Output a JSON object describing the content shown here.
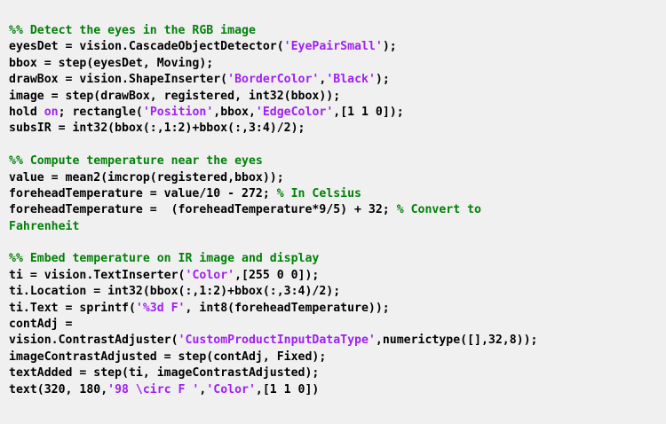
{
  "editor": {
    "language": "MATLAB",
    "background_color": "#f0f0f0",
    "colors": {
      "plain": "#000000",
      "comment": "#028009",
      "string": "#a020f0",
      "keyword": "#a020f0"
    },
    "lines": [
      {
        "index": 1,
        "tokens": [
          {
            "type": "comment",
            "text": "%% Detect the eyes in the RGB image"
          }
        ]
      },
      {
        "index": 2,
        "tokens": [
          {
            "type": "plain",
            "text": "eyesDet = vision.CascadeObjectDetector("
          },
          {
            "type": "string",
            "text": "'EyePairSmall'"
          },
          {
            "type": "plain",
            "text": ");"
          }
        ]
      },
      {
        "index": 3,
        "tokens": [
          {
            "type": "plain",
            "text": "bbox = step(eyesDet, Moving);"
          }
        ]
      },
      {
        "index": 4,
        "tokens": [
          {
            "type": "plain",
            "text": "drawBox = vision.ShapeInserter("
          },
          {
            "type": "string",
            "text": "'BorderColor'"
          },
          {
            "type": "plain",
            "text": ","
          },
          {
            "type": "string",
            "text": "'Black'"
          },
          {
            "type": "plain",
            "text": ");"
          }
        ]
      },
      {
        "index": 5,
        "tokens": [
          {
            "type": "plain",
            "text": "image = step(drawBox, registered, int32(bbox));"
          }
        ]
      },
      {
        "index": 6,
        "tokens": [
          {
            "type": "plain",
            "text": "hold "
          },
          {
            "type": "keyword",
            "text": "on"
          },
          {
            "type": "plain",
            "text": "; rectangle("
          },
          {
            "type": "string",
            "text": "'Position'"
          },
          {
            "type": "plain",
            "text": ",bbox,"
          },
          {
            "type": "string",
            "text": "'EdgeColor'"
          },
          {
            "type": "plain",
            "text": ",[1 1 0]);"
          }
        ]
      },
      {
        "index": 7,
        "tokens": [
          {
            "type": "plain",
            "text": "subsIR = int32(bbox(:,1:2)+bbox(:,3:4)/2);"
          }
        ]
      },
      {
        "index": 8,
        "tokens": []
      },
      {
        "index": 9,
        "tokens": [
          {
            "type": "comment",
            "text": "%% Compute temperature near the eyes"
          }
        ]
      },
      {
        "index": 10,
        "tokens": [
          {
            "type": "plain",
            "text": "value = mean2(imcrop(registered,bbox));"
          }
        ]
      },
      {
        "index": 11,
        "tokens": [
          {
            "type": "plain",
            "text": "foreheadTemperature = value/10 - 272; "
          },
          {
            "type": "comment",
            "text": "% In Celsius"
          }
        ]
      },
      {
        "index": 12,
        "tokens": [
          {
            "type": "plain",
            "text": "foreheadTemperature =  (foreheadTemperature*9/5) + 32; "
          },
          {
            "type": "comment",
            "text": "% Convert to"
          }
        ]
      },
      {
        "index": 13,
        "tokens": [
          {
            "type": "comment",
            "text": "Fahrenheit"
          }
        ]
      },
      {
        "index": 14,
        "tokens": []
      },
      {
        "index": 15,
        "tokens": [
          {
            "type": "comment",
            "text": "%% Embed temperature on IR image and display"
          }
        ]
      },
      {
        "index": 16,
        "tokens": [
          {
            "type": "plain",
            "text": "ti = vision.TextInserter("
          },
          {
            "type": "string",
            "text": "'Color'"
          },
          {
            "type": "plain",
            "text": ",[255 0 0]);"
          }
        ]
      },
      {
        "index": 17,
        "tokens": [
          {
            "type": "plain",
            "text": "ti.Location = int32(bbox(:,1:2)+bbox(:,3:4)/2);"
          }
        ]
      },
      {
        "index": 18,
        "tokens": [
          {
            "type": "plain",
            "text": "ti.Text = sprintf("
          },
          {
            "type": "string",
            "text": "'%3d F'"
          },
          {
            "type": "plain",
            "text": ", int8(foreheadTemperature));"
          }
        ]
      },
      {
        "index": 19,
        "tokens": [
          {
            "type": "plain",
            "text": "contAdj ="
          }
        ]
      },
      {
        "index": 20,
        "tokens": [
          {
            "type": "plain",
            "text": "vision.ContrastAdjuster("
          },
          {
            "type": "string",
            "text": "'CustomProductInputDataType'"
          },
          {
            "type": "plain",
            "text": ",numerictype([],32,8));"
          }
        ]
      },
      {
        "index": 21,
        "tokens": [
          {
            "type": "plain",
            "text": "imageContrastAdjusted = step(contAdj, Fixed);"
          }
        ]
      },
      {
        "index": 22,
        "tokens": [
          {
            "type": "plain",
            "text": "textAdded = step(ti, imageContrastAdjusted);"
          }
        ]
      },
      {
        "index": 23,
        "tokens": [
          {
            "type": "plain",
            "text": "text(320, 180,"
          },
          {
            "type": "string",
            "text": "'98 \\circ F '"
          },
          {
            "type": "plain",
            "text": ","
          },
          {
            "type": "string",
            "text": "'Color'"
          },
          {
            "type": "plain",
            "text": ",[1 1 0])"
          }
        ]
      }
    ]
  }
}
